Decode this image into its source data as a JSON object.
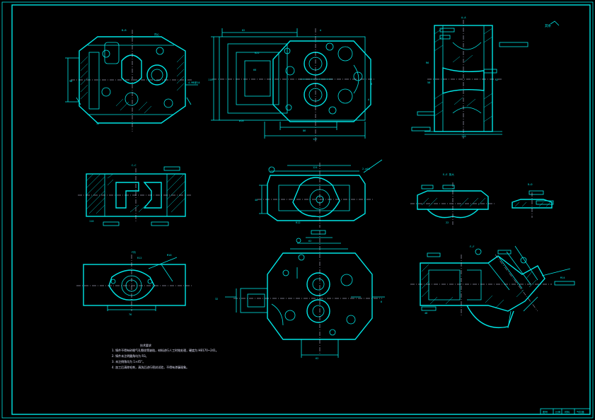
{
  "sheet": {
    "background": "#000000",
    "line_color": "#00e5e5"
  },
  "views": {
    "top_left_title": "B—B",
    "top_mid_title": "",
    "top_right_title": "A—A",
    "top_right_note": "其余",
    "mid_left_title": "C—C",
    "mid_right_title": "E—E 放大",
    "mid_right2_title": "D—D",
    "low_left_title": "F向",
    "low_right_title": "F—F"
  },
  "tech_requirements": {
    "heading": "技术要求",
    "lines": [
      "1. 铸件不得有砂眼气孔裂纹等缺陷，材料进行人工时效处理，硬度为 HB170~241。",
      "2. 铸件未注明圆角均为 R3。",
      "3. 未注倒角均为 1×45°。",
      "4. 加工后清除毛刺，清洗后进行密封试验，不得有渗漏现象。"
    ]
  },
  "title_block": {
    "cells": [
      "图号",
      "比例",
      "材料",
      "气缸盖"
    ]
  }
}
